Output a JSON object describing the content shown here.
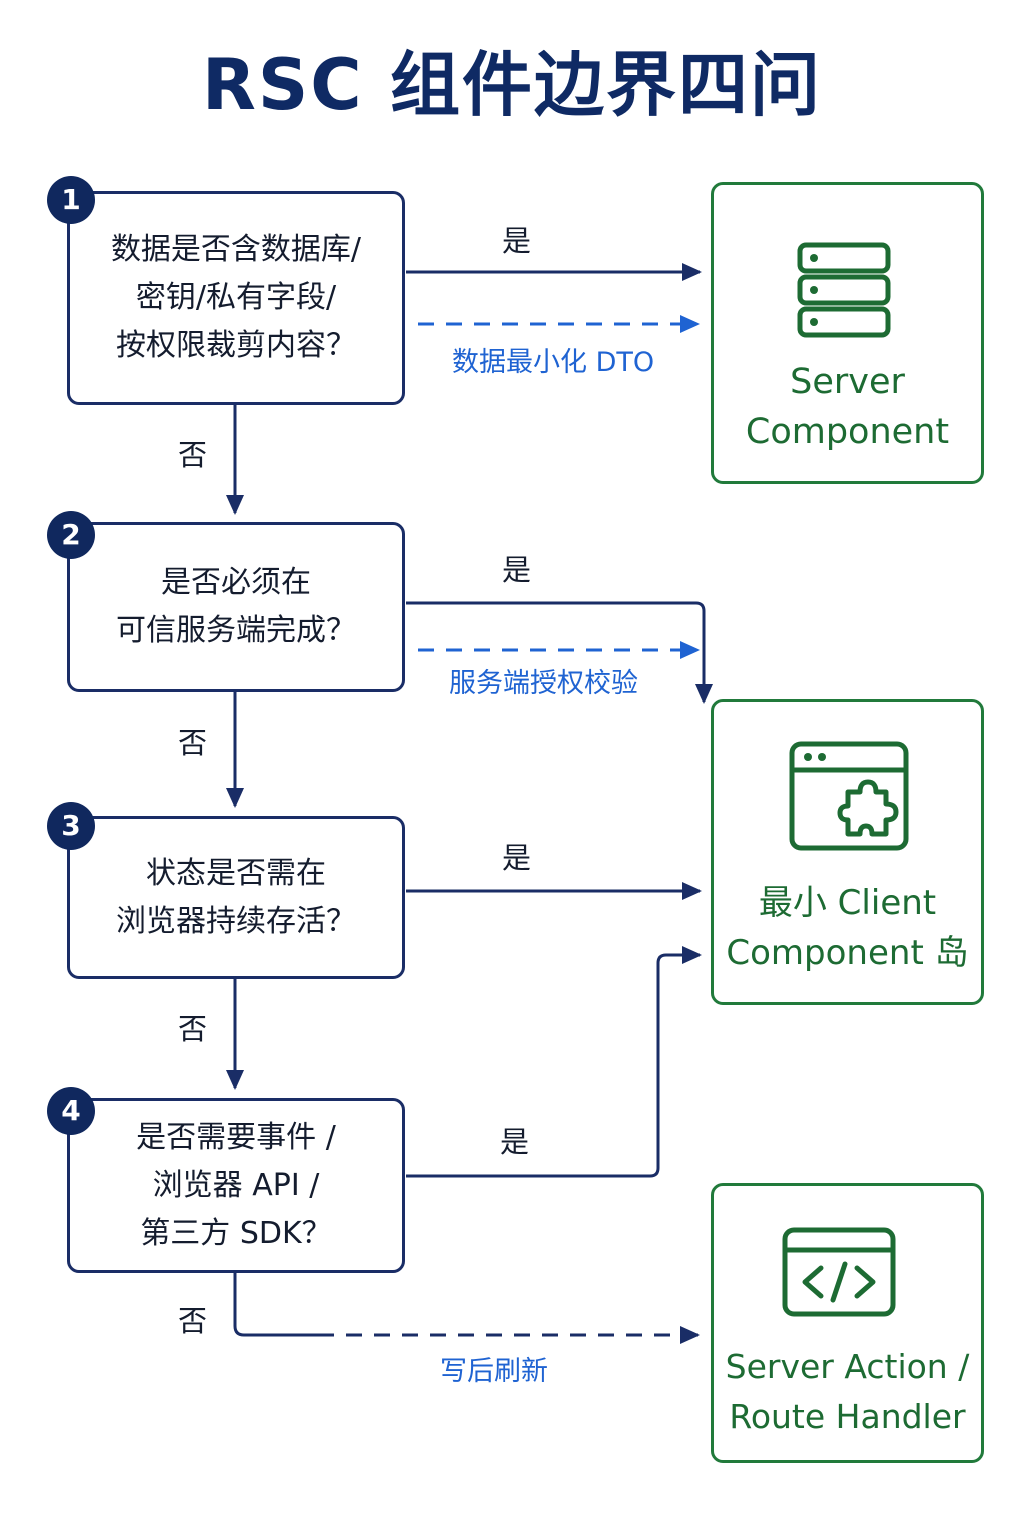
{
  "title": "RSC 组件边界四问",
  "questions": [
    {
      "number": "1",
      "text": "数据是否含数据库/\n密钥/私有字段/\n按权限裁剪内容？"
    },
    {
      "number": "2",
      "text": "是否必须在\n可信服务端完成？"
    },
    {
      "number": "3",
      "text": "状态是否需在\n浏览器持续存活？"
    },
    {
      "number": "4",
      "text": "是否需要事件 /\n浏览器 API /\n第三方 SDK？"
    }
  ],
  "branch_labels": {
    "yes": "是",
    "no": "否"
  },
  "notes": {
    "q1_dashed": "数据最小化 DTO",
    "q2_dashed": "服务端授权校验",
    "q4_dashed": "写后刷新"
  },
  "outcomes": {
    "server_component": {
      "text": "Server\nComponent",
      "icon": "server-icon"
    },
    "client_component": {
      "text": "最小 Client\nComponent 岛",
      "icon": "browser-puzzle-icon"
    },
    "server_action": {
      "text": "Server Action /\nRoute Handler",
      "icon": "browser-code-icon"
    }
  },
  "colors": {
    "title": "#0f2a64",
    "question_border": "#1a2d66",
    "arrow": "#1a2d66",
    "dashed_arrow": "#1f63d2",
    "outcome_green": "#217a3b"
  }
}
